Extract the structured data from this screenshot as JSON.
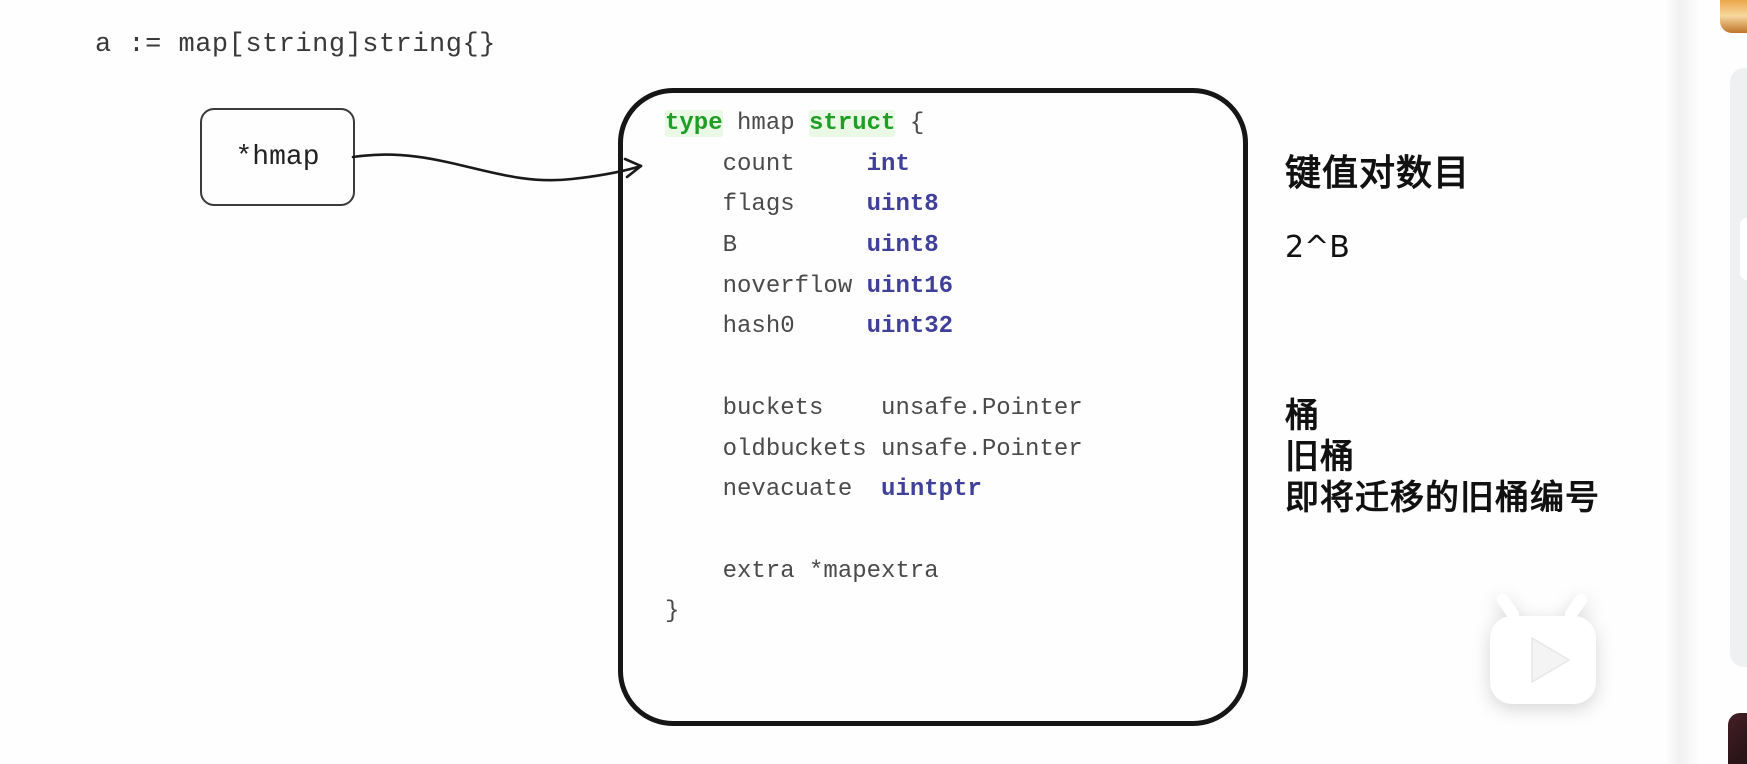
{
  "colors": {
    "keyword_green": "#1f9d26",
    "type_blue": "#40409a",
    "code_gray": "#4a4a4a",
    "ink_black": "#1a1a1a",
    "panel_gray": "#eef0f2",
    "orange_badge_top": "#eca74b",
    "orange_badge_mid": "#f6d89e",
    "orange_badge_bottom": "#c07428",
    "thumb_dark": "#3a2126"
  },
  "declaration": "a := map[string]string{}",
  "pointer_box": {
    "label": "*hmap"
  },
  "struct_box": {
    "code_lines": [
      [
        {
          "text": "type",
          "style": "green"
        },
        {
          "text": " hmap ",
          "style": "plain"
        },
        {
          "text": "struct",
          "style": "green"
        },
        {
          "text": " {",
          "style": "plain"
        }
      ],
      [
        {
          "text": "    count     ",
          "style": "plain"
        },
        {
          "text": "int",
          "style": "blue"
        }
      ],
      [
        {
          "text": "    flags     ",
          "style": "plain"
        },
        {
          "text": "uint8",
          "style": "blue"
        }
      ],
      [
        {
          "text": "    B         ",
          "style": "plain"
        },
        {
          "text": "uint8",
          "style": "blue"
        }
      ],
      [
        {
          "text": "    noverflow ",
          "style": "plain"
        },
        {
          "text": "uint16",
          "style": "blue"
        }
      ],
      [
        {
          "text": "    hash0     ",
          "style": "plain"
        },
        {
          "text": "uint32",
          "style": "blue"
        }
      ],
      [],
      [
        {
          "text": "    buckets    unsafe.Pointer",
          "style": "plain"
        }
      ],
      [
        {
          "text": "    oldbuckets unsafe.Pointer",
          "style": "plain"
        }
      ],
      [
        {
          "text": "    nevacuate  ",
          "style": "plain"
        },
        {
          "text": "uintptr",
          "style": "blue"
        }
      ],
      [],
      [
        {
          "text": "    extra *mapextra",
          "style": "plain"
        }
      ],
      [
        {
          "text": "}",
          "style": "plain"
        }
      ]
    ]
  },
  "annotations": [
    {
      "text": "键值对数目"
    },
    {
      "text": "2^B"
    },
    {
      "text": "桶"
    },
    {
      "text": "旧桶"
    },
    {
      "text": "即将迁移的旧桶编号"
    }
  ],
  "watermark": {
    "icon": "bilibili-tv-play-logo"
  }
}
